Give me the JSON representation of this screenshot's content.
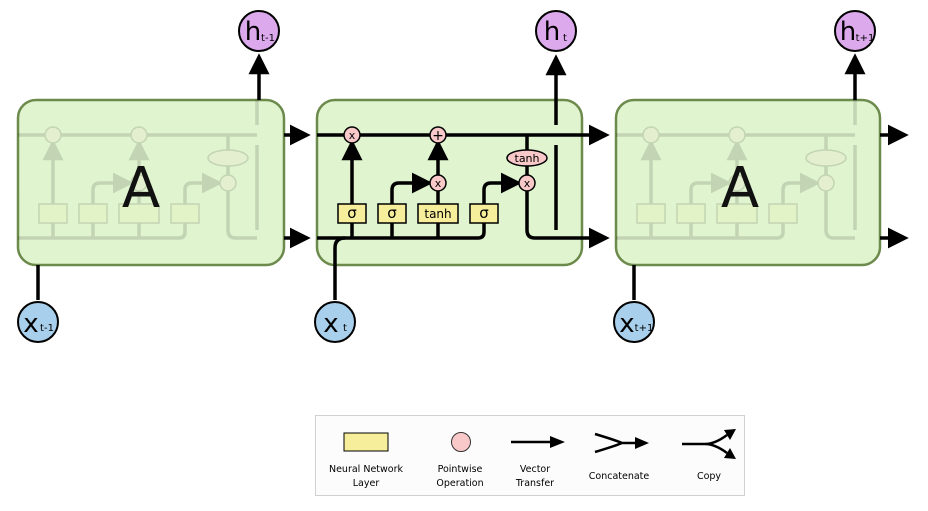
{
  "cells": {
    "repeated_label": "A",
    "left": {
      "output": {
        "base": "h",
        "sub": "t-1"
      },
      "input": {
        "base": "x",
        "sub": "t-1"
      }
    },
    "middle": {
      "output": {
        "base": "h",
        "sub": "t"
      },
      "input": {
        "base": "x",
        "sub": "t"
      }
    },
    "right": {
      "output": {
        "base": "h",
        "sub": "t+1"
      },
      "input": {
        "base": "x",
        "sub": "t+1"
      }
    }
  },
  "gates": {
    "forget": "σ",
    "input": "σ",
    "candidate": "tanh",
    "output": "σ"
  },
  "ops": {
    "multiply": "x",
    "add": "+",
    "tanh": "tanh"
  },
  "legend": {
    "items": [
      {
        "label_1": "Neural Network",
        "label_2": "Layer"
      },
      {
        "label_1": "Pointwise",
        "label_2": "Operation"
      },
      {
        "label_1": "Vector",
        "label_2": "Transfer"
      },
      {
        "label_1": "Concatenate",
        "label_2": ""
      },
      {
        "label_1": "Copy",
        "label_2": ""
      }
    ]
  },
  "colors": {
    "cell_fill": "#e0f5cf",
    "cell_border": "#6d8a4d",
    "layer": "#f6ee9a",
    "pointwise": "#f9c9c9",
    "output_node": "#dba9ec",
    "input_node": "#a8cfeb"
  }
}
